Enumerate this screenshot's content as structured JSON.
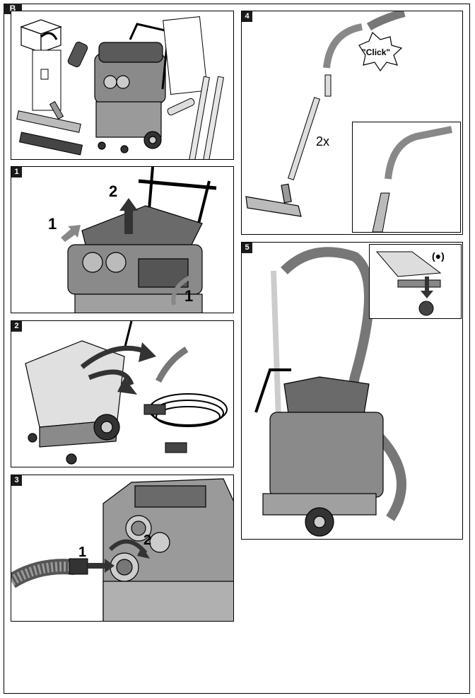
{
  "section_label": "B",
  "panels": {
    "contents": {
      "number": ""
    },
    "p1": {
      "number": "1",
      "step_a": "1",
      "step_b": "2",
      "step_c": "1"
    },
    "p2": {
      "number": "2"
    },
    "p3": {
      "number": "3",
      "step_a": "1",
      "step_b": "2"
    },
    "p4": {
      "number": "4",
      "click_text": "\"Click\"",
      "repeat_text": "2x"
    },
    "p5": {
      "number": "5",
      "lock_symbol": "(●)"
    }
  },
  "colors": {
    "line": "#000000",
    "body_fill": "#d9d9d9",
    "dark_fill": "#4a4a4a",
    "arrow_fill": "#333333"
  }
}
